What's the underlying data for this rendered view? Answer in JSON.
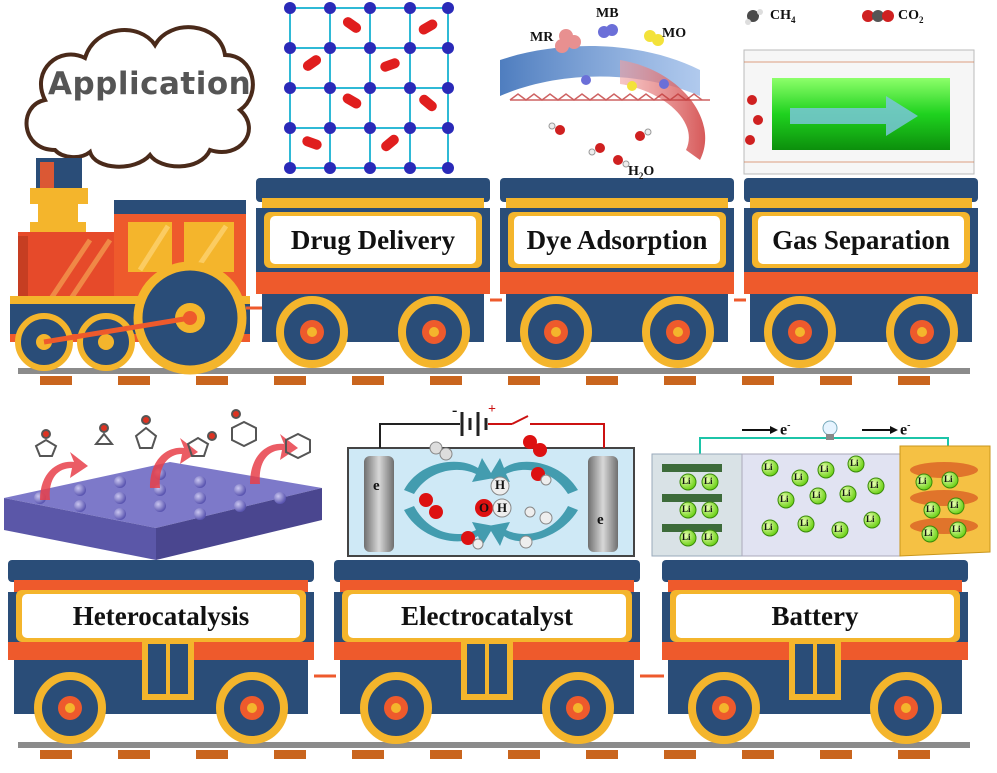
{
  "engine": {
    "smoke_label": "Application"
  },
  "top_cars": [
    {
      "label": "Drug Delivery"
    },
    {
      "label": "Dye Adsorption"
    },
    {
      "label": "Gas Separation"
    }
  ],
  "bottom_cars": [
    {
      "label": "Heterocatalysis"
    },
    {
      "label": "Electrocatalyst"
    },
    {
      "label": "Battery"
    }
  ],
  "dye": {
    "mr": "MR",
    "mb": "MB",
    "mo": "MO",
    "water": "H",
    "water_sub": "2",
    "water_end": "O"
  },
  "gas": {
    "ch4": "CH",
    "ch4_sub": "4",
    "co2": "CO",
    "co2_sub": "2"
  },
  "electro": {
    "electrode_label": "e",
    "h_label": "H",
    "o_label": "O",
    "minus": "-",
    "plus": "+"
  },
  "battery": {
    "electron": "e",
    "electron_sup": "-",
    "li": "Li"
  },
  "colors": {
    "navy": "#2a4d78",
    "orange": "#ee5a2c",
    "gold": "#f4b52c",
    "rail": "#8b8b8b",
    "sleeper": "#c9651e",
    "red_engine": "#e64a2a"
  }
}
